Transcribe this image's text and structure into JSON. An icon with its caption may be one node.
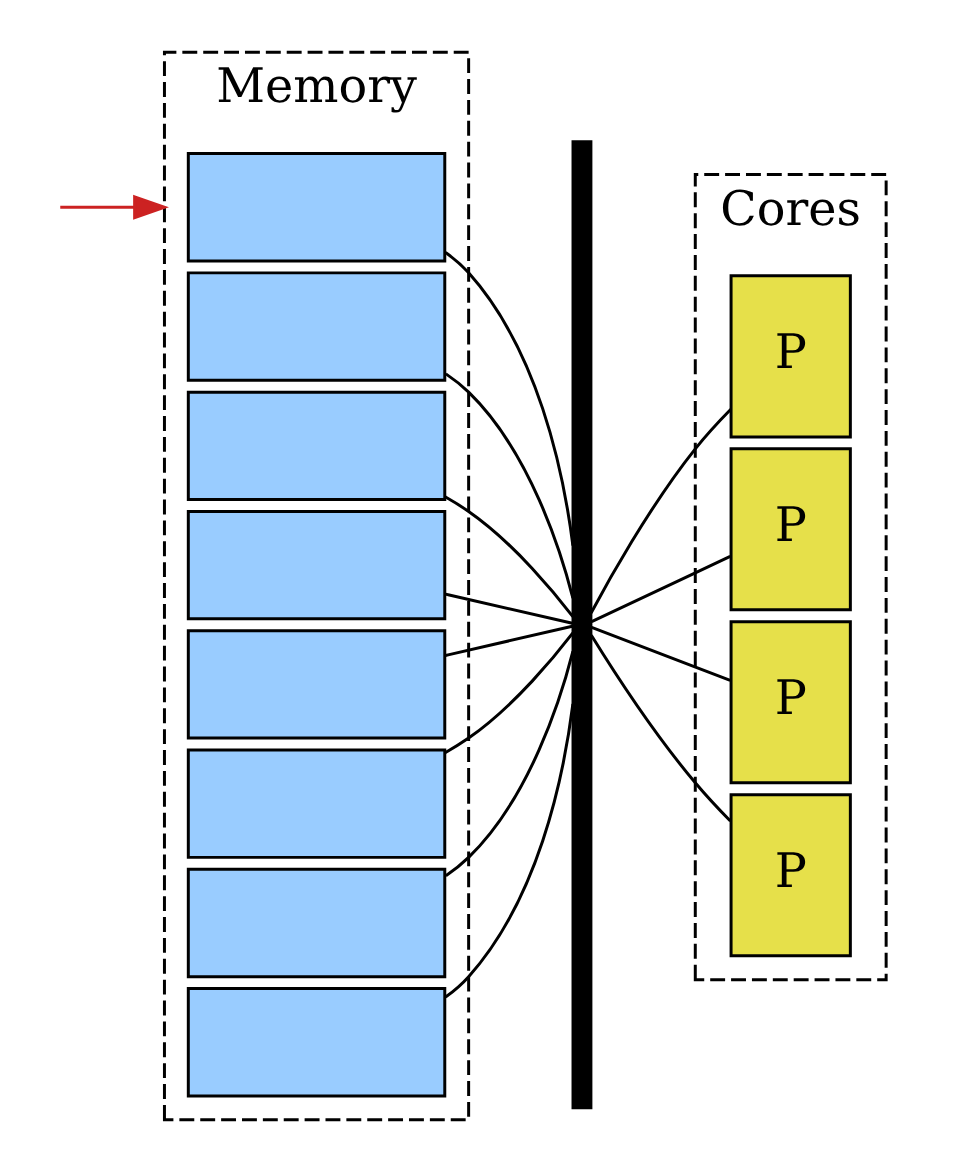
{
  "diagram": {
    "nodes": [
      {
        "text": [
          "Memory"
        ]
      },
      {
        "text": [],
        "shape": "box",
        "in": 0
      },
      {
        "text": [],
        "shape": "box",
        "in": 0
      },
      {
        "text": [],
        "shape": "box",
        "in": 0
      },
      {
        "text": [],
        "shape": "box",
        "in": 0
      },
      {
        "text": [],
        "shape": "box",
        "in": 0
      },
      {
        "text": [],
        "shape": "box",
        "in": 0
      },
      {
        "text": [],
        "shape": "box",
        "in": 0
      },
      {
        "text": [],
        "shape": "box",
        "in": 0
      },
      {
        "text": [],
        "shape": "bar"
      },
      {
        "text": [
          "Cores"
        ]
      },
      {
        "text": [
          "P"
        ],
        "in": 10
      },
      {
        "text": [
          "P"
        ],
        "in": 10
      },
      {
        "text": [
          "P"
        ],
        "in": 10
      },
      {
        "text": [
          "P"
        ],
        "in": 10
      }
    ],
    "edges": [
      {
        "from": null,
        "to": 0,
        "arrow": "to",
        "color": "#cc2222"
      },
      {
        "from": 1,
        "to": 9,
        "arrow": "none"
      },
      {
        "from": 2,
        "to": 9,
        "arrow": "none"
      },
      {
        "from": 3,
        "to": 9,
        "arrow": "none"
      },
      {
        "from": 4,
        "to": 9,
        "arrow": "none"
      },
      {
        "from": 5,
        "to": 9,
        "arrow": "none"
      },
      {
        "from": 6,
        "to": 9,
        "arrow": "none"
      },
      {
        "from": 7,
        "to": 9,
        "arrow": "none"
      },
      {
        "from": 8,
        "to": 9,
        "arrow": "none"
      },
      {
        "from": 9,
        "to": 11,
        "arrow": "none"
      },
      {
        "from": 9,
        "to": 12,
        "arrow": "none"
      },
      {
        "from": 9,
        "to": 13,
        "arrow": "none"
      },
      {
        "from": 9,
        "to": 14,
        "arrow": "none"
      }
    ]
  }
}
